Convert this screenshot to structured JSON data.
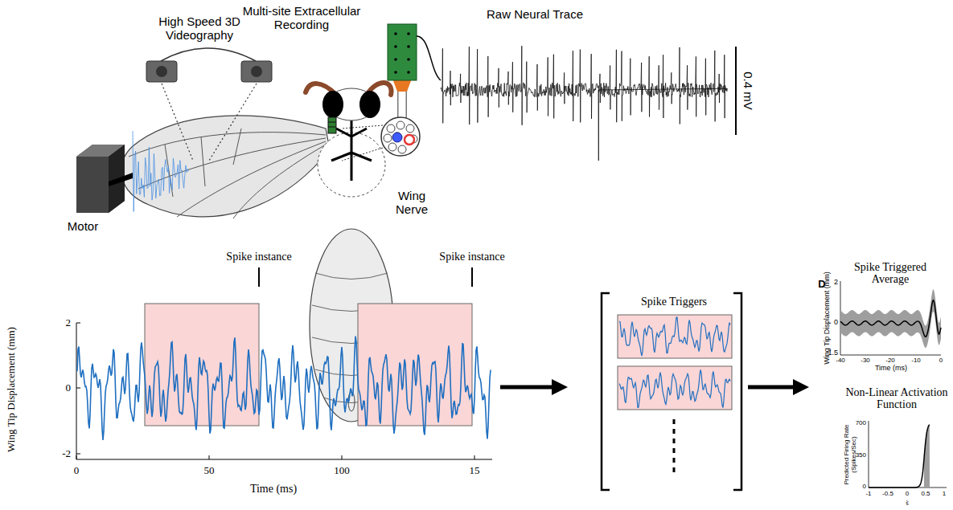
{
  "diagram": {
    "labels": [
      "High Speed 3D Videography",
      "Multi-site Extracellular Recording",
      "Raw Neural Trace",
      "0.4 mV",
      "Motor",
      "Wing Nerve",
      "Spike instance",
      "Spike instance",
      "Wing Tip Displacement (mm)",
      "2",
      "0",
      "-2",
      "0",
      "50",
      "100",
      "15",
      "Time (ms)",
      "Spike Triggers",
      "D",
      "Spike Triggered Average",
      "Wing Tip Displacement (mm)",
      "2",
      "0",
      "-1.5",
      "-40",
      "-30",
      "-20",
      "-10",
      "0",
      "Time (ms)",
      "Non-Linear Activation Function",
      "Predicted Firing Rate (Spikes/Sec)",
      "700",
      "350",
      "0",
      "-1",
      "-0.5",
      "0",
      "0.5",
      "1",
      "s̃"
    ]
  }
}
